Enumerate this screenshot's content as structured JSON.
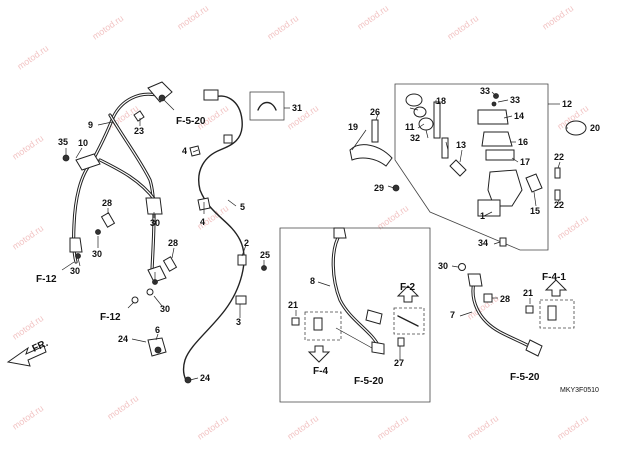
{
  "watermark": "motod.ru",
  "diagram_code": "MKY3F0510",
  "direction_label": "FR.",
  "ref_labels": {
    "f520_top": "F-5-20",
    "f12_left": "F-12",
    "f12_mid": "F-12",
    "f2": "F-2",
    "f4": "F-4",
    "f520_mid": "F-5-20",
    "f41": "F-4-1",
    "f520_right": "F-5-20"
  },
  "callouts": {
    "n1": "1",
    "n2": "2",
    "n3": "3",
    "n4a": "4",
    "n4b": "4",
    "n5": "5",
    "n6": "6",
    "n7": "7",
    "n8": "8",
    "n9": "9",
    "n10": "10",
    "n11": "11",
    "n12": "12",
    "n13": "13",
    "n14": "14",
    "n15": "15",
    "n16": "16",
    "n17": "17",
    "n18": "18",
    "n19": "19",
    "n20": "20",
    "n21a": "21",
    "n21b": "21",
    "n22a": "22",
    "n22b": "22",
    "n23": "23",
    "n24a": "24",
    "n24b": "24",
    "n25": "25",
    "n26": "26",
    "n27": "27",
    "n28a": "28",
    "n28b": "28",
    "n28c": "28",
    "n29": "29",
    "n30a": "30",
    "n30b": "30",
    "n30c": "30",
    "n30d": "30",
    "n30e": "30",
    "n31": "31",
    "n32": "32",
    "n33a": "33",
    "n33b": "33",
    "n34": "34",
    "n35": "35"
  }
}
